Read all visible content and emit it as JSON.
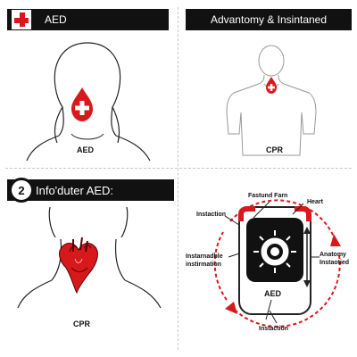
{
  "panels": {
    "top_left": {
      "banner_title": "AED",
      "caption": "AED",
      "icon": "medical-cross-icon"
    },
    "top_right": {
      "banner_title": "Advantomy & Insintaned",
      "caption": "CPR"
    },
    "bottom_left": {
      "step_number": "2",
      "banner_title": "Info'duter AED:",
      "caption": "CPR"
    },
    "bottom_right": {
      "labels": {
        "fastund_farn": "Fastund Farn",
        "heart": "Heart",
        "instaction_top": "Instaction",
        "instarnadble_line1": "Instarnadble",
        "instarnadble_line2": "instirmation",
        "anatomy_line1": "Anatomy",
        "anatomy_line2": "Instaotied",
        "device": "AED",
        "instaction_bottom": "Instaction"
      }
    }
  },
  "colors": {
    "accent_red": "#d7191c",
    "banner_bg": "#111111",
    "outline": "#222222"
  }
}
